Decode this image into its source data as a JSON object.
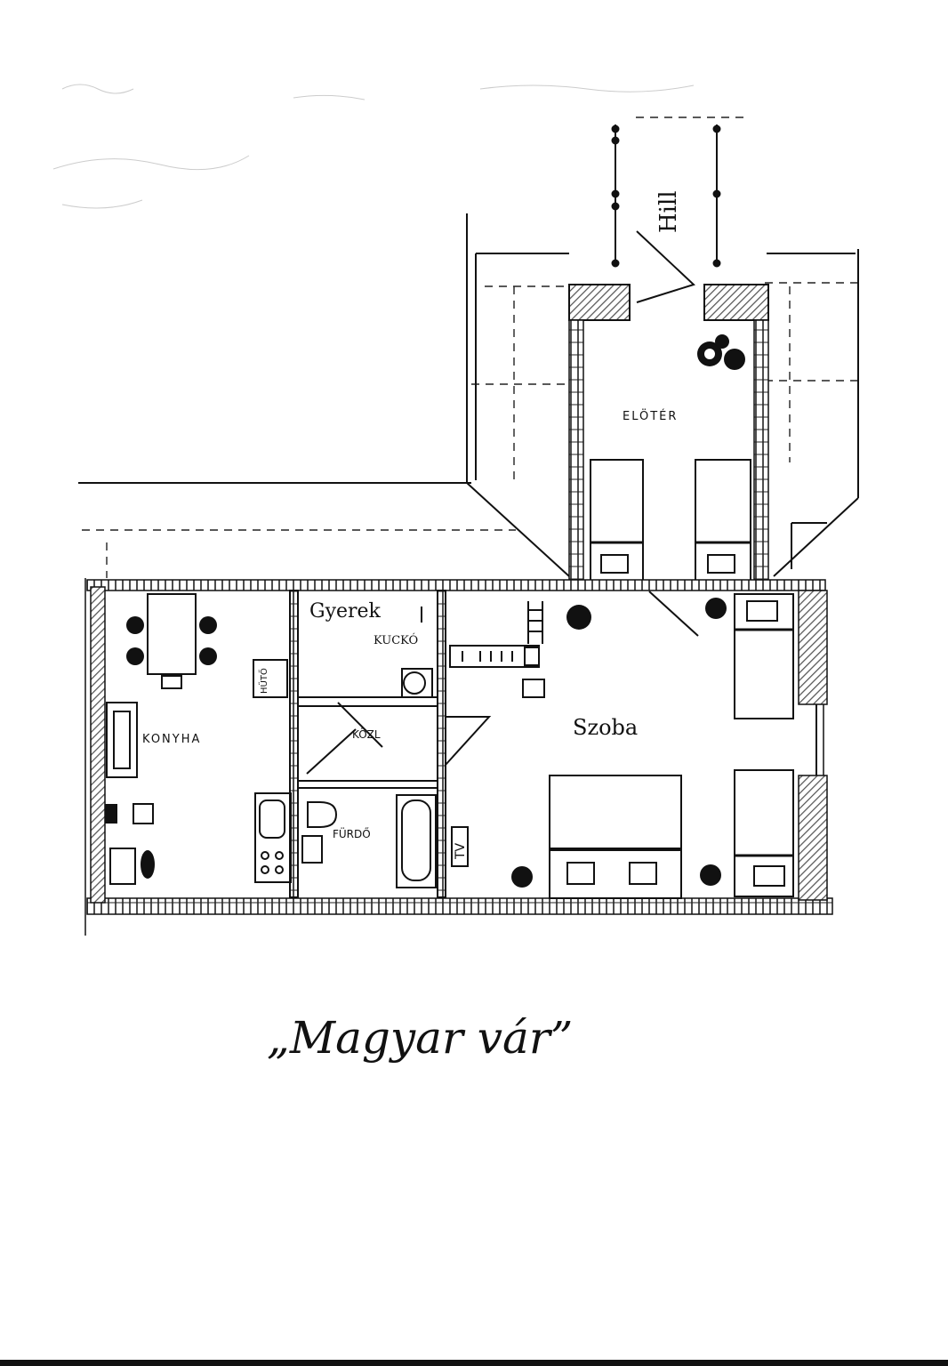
{
  "title": "„Magyar vár”",
  "rooms": {
    "hall": "ELÖTÉR",
    "kitchen": "KONYHA",
    "kids_corner_line1": "Gyerek",
    "kids_corner_line2": "KUCKÓ",
    "corridor": "KÖZL",
    "bathroom": "FÜRDŐ",
    "room": "Szoba"
  },
  "labels": {
    "staircase": "Hill",
    "tv": "TV",
    "fridge": "HŰTŐ"
  },
  "colors": {
    "ink": "#111111",
    "wall_hatch": "#6b6b6b",
    "paper": "#ffffff"
  }
}
